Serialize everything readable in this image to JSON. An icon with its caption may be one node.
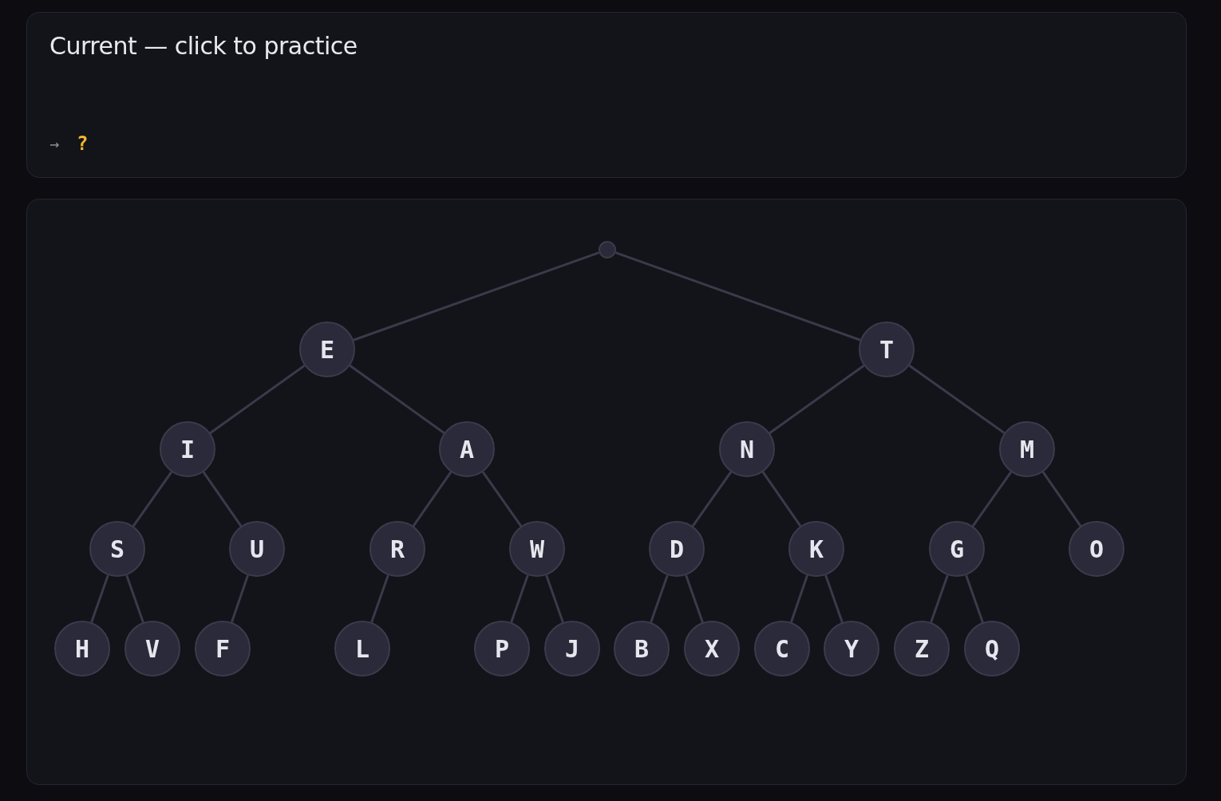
{
  "diagram": {
    "nodes": [
      {
        "text": [
          "Current — click to practice",
          "→",
          "?"
        ]
      },
      {
        "text": [],
        "shape": "box"
      },
      {
        "text": [],
        "shape": "circle",
        "in": 1
      },
      {
        "text": [
          "E"
        ],
        "in": 1
      },
      {
        "text": [
          "T"
        ],
        "in": 1
      },
      {
        "text": [
          "I"
        ],
        "in": 1
      },
      {
        "text": [
          "A"
        ],
        "in": 1
      },
      {
        "text": [
          "N"
        ],
        "in": 1
      },
      {
        "text": [
          "M"
        ],
        "in": 1
      },
      {
        "text": [
          "S"
        ],
        "in": 1
      },
      {
        "text": [
          "U"
        ],
        "in": 1
      },
      {
        "text": [
          "R"
        ],
        "in": 1
      },
      {
        "text": [
          "W"
        ],
        "in": 1
      },
      {
        "text": [
          "D"
        ],
        "in": 1
      },
      {
        "text": [
          "K"
        ],
        "in": 1
      },
      {
        "text": [
          "G"
        ],
        "in": 1
      },
      {
        "text": [
          "O"
        ],
        "in": 1
      },
      {
        "text": [
          "H"
        ],
        "in": 1
      },
      {
        "text": [
          "V"
        ],
        "in": 1
      },
      {
        "text": [
          "F"
        ],
        "in": 1
      },
      {
        "text": [
          "L"
        ],
        "in": 1
      },
      {
        "text": [
          "P"
        ],
        "in": 1
      },
      {
        "text": [
          "J"
        ],
        "in": 1
      },
      {
        "text": [
          "B"
        ],
        "in": 1
      },
      {
        "text": [
          "X"
        ],
        "in": 1
      },
      {
        "text": [
          "C"
        ],
        "in": 1
      },
      {
        "text": [
          "Y"
        ],
        "in": 1
      },
      {
        "text": [
          "Z"
        ],
        "in": 1
      },
      {
        "text": [
          "Q"
        ],
        "in": 1
      }
    ],
    "edges": [
      {
        "from": 2,
        "to": 3,
        "arrow": "none"
      },
      {
        "from": 2,
        "to": 4,
        "arrow": "none"
      },
      {
        "from": 3,
        "to": 5,
        "arrow": "none"
      },
      {
        "from": 3,
        "to": 6,
        "arrow": "none"
      },
      {
        "from": 4,
        "to": 7,
        "arrow": "none"
      },
      {
        "from": 4,
        "to": 8,
        "arrow": "none"
      },
      {
        "from": 5,
        "to": 9,
        "arrow": "none"
      },
      {
        "from": 5,
        "to": 10,
        "arrow": "none"
      },
      {
        "from": 6,
        "to": 11,
        "arrow": "none"
      },
      {
        "from": 6,
        "to": 12,
        "arrow": "none"
      },
      {
        "from": 7,
        "to": 13,
        "arrow": "none"
      },
      {
        "from": 7,
        "to": 14,
        "arrow": "none"
      },
      {
        "from": 8,
        "to": 15,
        "arrow": "none"
      },
      {
        "from": 8,
        "to": 16,
        "arrow": "none"
      },
      {
        "from": 9,
        "to": 17,
        "arrow": "none"
      },
      {
        "from": 9,
        "to": 18,
        "arrow": "none"
      },
      {
        "from": 10,
        "to": 19,
        "arrow": "none"
      },
      {
        "from": 11,
        "to": 20,
        "arrow": "none"
      },
      {
        "from": 12,
        "to": 21,
        "arrow": "none"
      },
      {
        "from": 12,
        "to": 22,
        "arrow": "none"
      },
      {
        "from": 13,
        "to": 23,
        "arrow": "none"
      },
      {
        "from": 13,
        "to": 24,
        "arrow": "none"
      },
      {
        "from": 14,
        "to": 25,
        "arrow": "none"
      },
      {
        "from": 14,
        "to": 26,
        "arrow": "none"
      },
      {
        "from": 15,
        "to": 27,
        "arrow": "none"
      },
      {
        "from": 15,
        "to": 28,
        "arrow": "none"
      }
    ]
  }
}
